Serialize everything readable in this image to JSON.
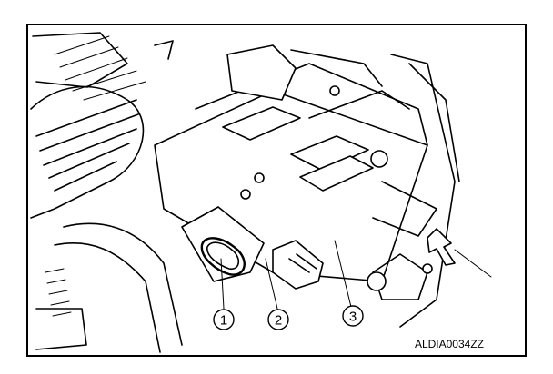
{
  "callouts": [
    {
      "id": "1",
      "label": "1"
    },
    {
      "id": "2",
      "label": "2"
    },
    {
      "id": "3",
      "label": "3"
    }
  ],
  "figure_code": "ALDIA0034ZZ"
}
